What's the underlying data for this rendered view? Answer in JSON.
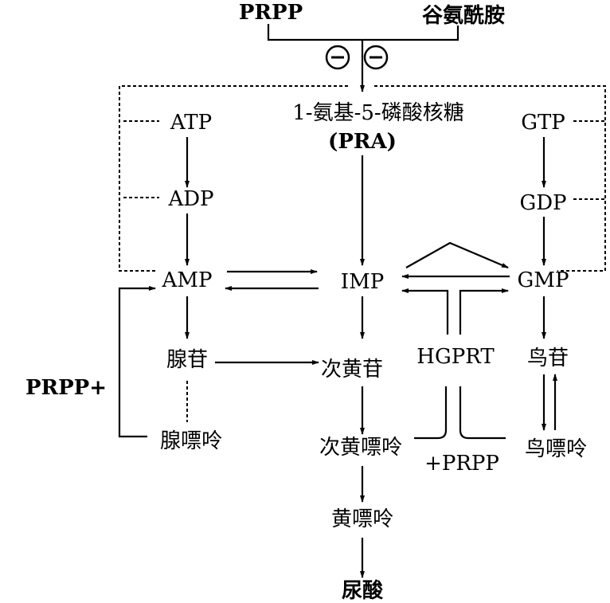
{
  "nodes": {
    "prpp_top": "PRPP",
    "glutamine": "谷氨酰胺",
    "pra_name": "1-氨基-5-磷酸核糖",
    "pra_abbr": "(PRA)",
    "atp": "ATP",
    "adp": "ADP",
    "amp": "AMP",
    "gtp": "GTP",
    "gdp": "GDP",
    "gmp": "GMP",
    "imp": "IMP",
    "adenosine": "腺苷",
    "inosine": "次黄苷",
    "hgprt": "HGPRT",
    "guanosine": "鸟苷",
    "adenine": "腺嘌呤",
    "hypoxanthine": "次黄嘌呤",
    "guanine": "鸟嘌呤",
    "prpp_plus_right": "+PRPP",
    "prpp_plus_left": "PRPP+",
    "xanthine": "黄嘌呤",
    "uric_acid": "尿酸"
  },
  "inhibition_symbol": "−"
}
